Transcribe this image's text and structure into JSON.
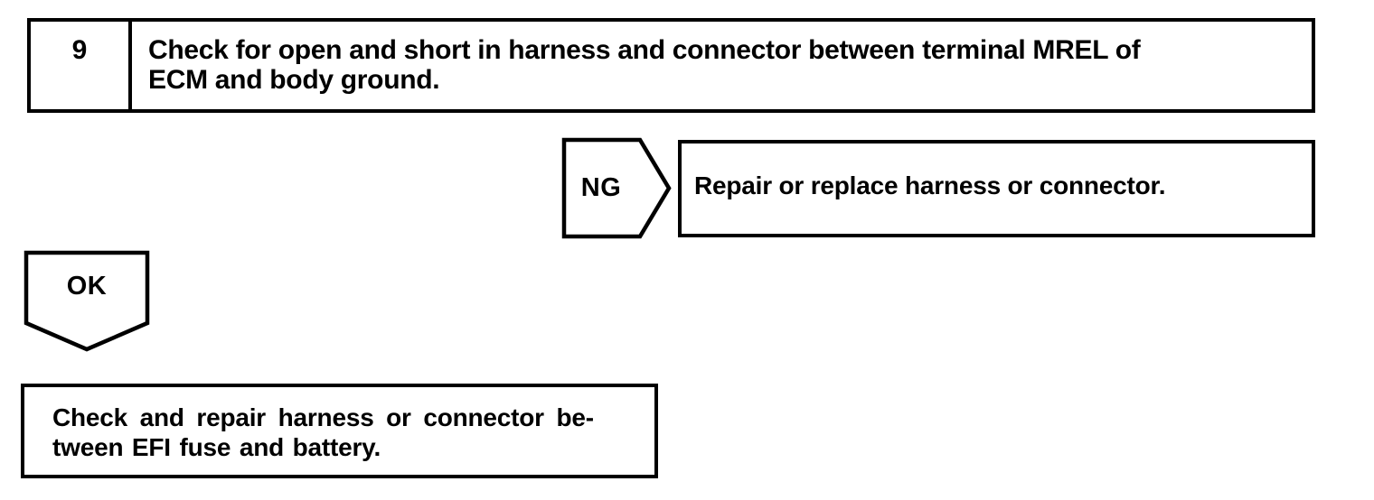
{
  "colors": {
    "line": "#000000",
    "text": "#000000",
    "background": "#ffffff"
  },
  "flowchart": {
    "step_box": {
      "number": "9",
      "lines": [
        "Check for open and short in harness and connector between terminal MREL of",
        "ECM and body ground."
      ]
    },
    "ng_branch": {
      "label": "NG",
      "result": "Repair or replace harness or connector."
    },
    "ok_branch": {
      "label": "OK"
    },
    "action_box": {
      "lines": [
        "Check and repair harness or connector be-",
        "tween EFI fuse and battery."
      ]
    }
  }
}
